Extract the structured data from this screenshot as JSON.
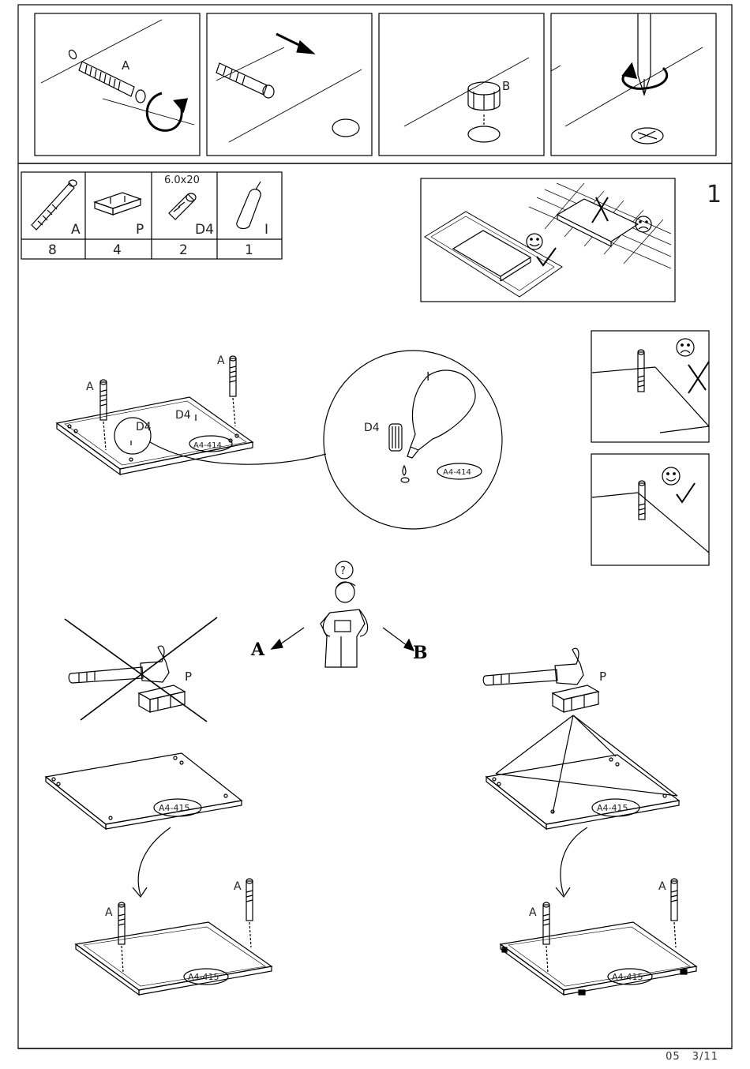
{
  "top_strip": {
    "panel1_label": "A",
    "panel3_label": "B"
  },
  "parts_table": {
    "items": [
      {
        "letter": "A",
        "qty": "8",
        "size": ""
      },
      {
        "letter": "P",
        "qty": "4",
        "size": ""
      },
      {
        "letter": "D4",
        "qty": "2",
        "size": "6.0x20"
      },
      {
        "letter": "I",
        "qty": "1",
        "size": ""
      }
    ]
  },
  "step_number": "1",
  "panel_codes": {
    "main": "A4-414",
    "zoom": "A4-414",
    "left_board": "A4-415",
    "left_result": "A4-415",
    "right_board": "A4-415",
    "right_result": "A4-415"
  },
  "callouts": {
    "dowel": "D4",
    "glue": "I",
    "cam_bolt": "A",
    "plug": "P",
    "question": "?",
    "choice_a": "A",
    "choice_b": "B"
  },
  "footer": {
    "code": "05",
    "page": "3/11"
  }
}
